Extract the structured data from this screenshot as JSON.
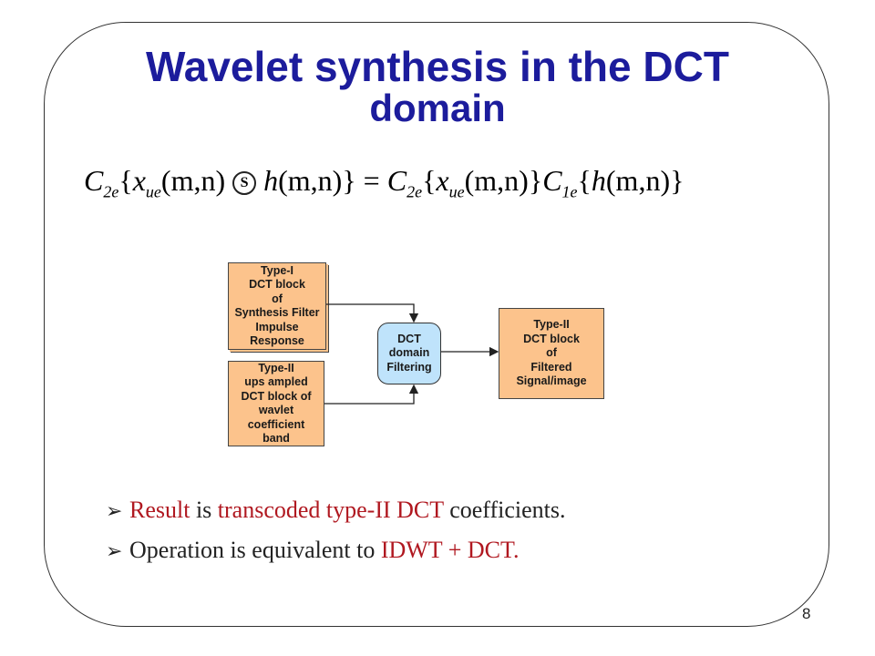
{
  "slide": {
    "title_line1": "Wavelet synthesis in the DCT",
    "title_line2": "domain",
    "page_number": "8"
  },
  "formula": {
    "c": "C",
    "sub_2e": "2e",
    "sub_1e": "1e",
    "x": "x",
    "sub_ue": "ue",
    "args": "(m,n)",
    "h": "h",
    "symmetric_convolution_symbol": "S",
    "equals": "="
  },
  "diagram": {
    "box_type1_lines": [
      "Type-I",
      "DCT block",
      "of",
      "Synthesis Filter",
      "Impulse",
      "Response"
    ],
    "box_type2_ups_lines": [
      "Type-II",
      "ups ampled",
      "DCT block of",
      "wavlet",
      "coefficient",
      "band"
    ],
    "box_dct_filter_lines": [
      "DCT",
      "domain",
      "Filtering"
    ],
    "box_output_lines": [
      "Type-II",
      "DCT block",
      "of",
      "Filtered",
      "Signal/image"
    ]
  },
  "bullets": {
    "b1_red1": "Result",
    "b1_text1": " is ",
    "b1_red2": "transcoded type-II DCT",
    "b1_text2": " coefficients.",
    "b2_text1": "Operation is equivalent to ",
    "b2_red1": "IDWT + DCT."
  },
  "colors": {
    "title": "#1c1c9c",
    "box_orange": "#fcc38c",
    "box_blue": "#bfe3fb",
    "highlight_red": "#b01820"
  },
  "icons": {
    "bullet_marker": "arrowhead-bullet-icon"
  }
}
